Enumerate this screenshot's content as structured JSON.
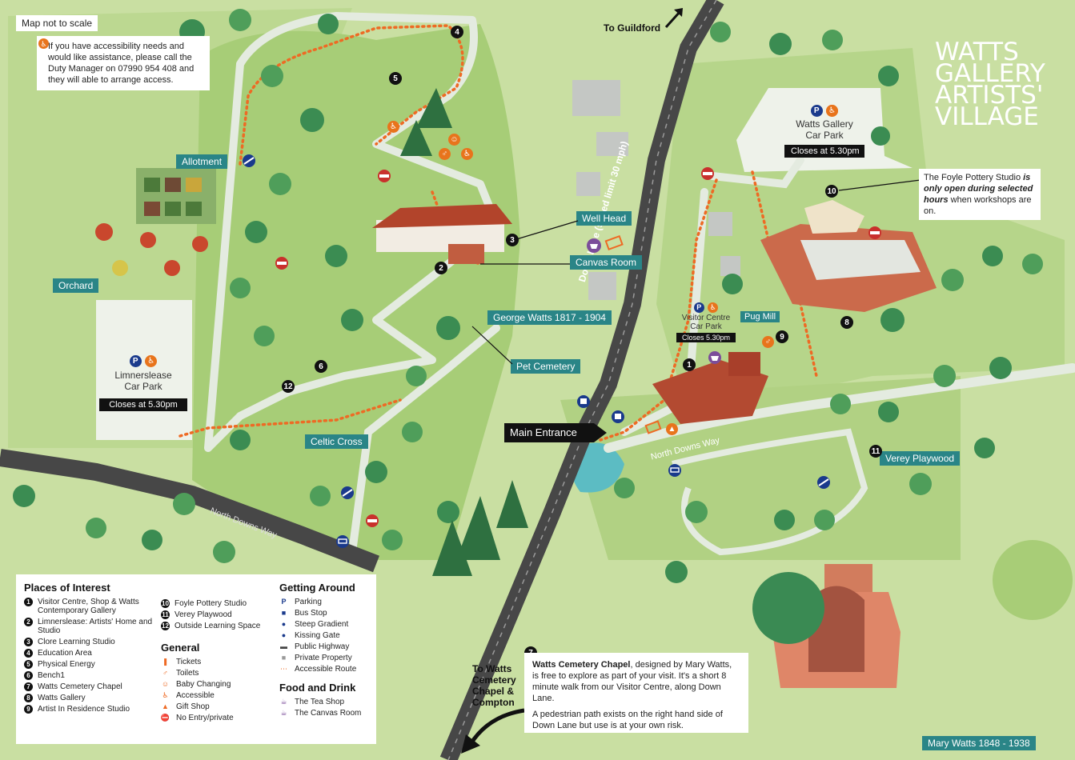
{
  "map": {
    "scale_note": "Map not to scale",
    "accessibility_note": "If you have accessibility needs and would like assistance, please call the Duty Manager on 07990 954 408 and they will able to arrange access.",
    "logo_lines": [
      "WATTS",
      "GALLERY",
      "ARTISTS'",
      "VILLAGE"
    ],
    "to_guildford": "To Guildford",
    "road_label": "Down Lane (speed limit 30 mph)",
    "north_downs_way": "North Downs Way",
    "main_entrance": "Main Entrance",
    "to_chapel": [
      "To Watts",
      "Cemetery",
      "Chapel &",
      "Compton"
    ],
    "foyle_note": {
      "text1": "The Foyle Pottery Studio",
      "text2": "is only open during selected hours",
      "text3": "when workshops are on."
    },
    "chapel_note": {
      "title": "Watts Cemetery Chapel",
      "text1": ", designed by Mary Watts, is free to explore as part of your visit. It's a short 8 minute walk from our Visitor Centre, along Down Lane.",
      "text2": "A pedestrian path exists on the right hand side of Down Lane but use is at your own risk."
    },
    "labels": {
      "allotment": "Allotment",
      "orchard": "Orchard",
      "well_head": "Well Head",
      "canvas_room": "Canvas Room",
      "george_watts": "George Watts 1817 - 1904",
      "pet_cemetery": "Pet Cemetery",
      "celtic_cross": "Celtic Cross",
      "pug_mill": "Pug Mill",
      "verey_playwood": "Verey Playwood",
      "mary_watts": "Mary Watts 1848 - 1938"
    },
    "car_parks": {
      "limnerslease": {
        "name_line1": "Limnerslease",
        "name_line2": "Car Park",
        "closes": "Closes at 5.30pm"
      },
      "watts_gallery": {
        "name_line1": "Watts Gallery",
        "name_line2": "Car Park",
        "closes": "Closes at 5.30pm"
      },
      "visitor_centre": {
        "name_line1": "Visitor Centre",
        "name_line2": "Car Park",
        "closes": "Closes 5.30pm"
      }
    },
    "markers": [
      "1",
      "2",
      "3",
      "4",
      "5",
      "6",
      "7",
      "8",
      "9",
      "10",
      "11",
      "12"
    ],
    "colors": {
      "grass": "#c9dfa2",
      "lawn": "#a8cd7a",
      "teal_label": "#2a8587",
      "road": "#3e3e3e",
      "path": "#e4ebe0",
      "accessible_route": "#ee6a24"
    }
  },
  "legend": {
    "places_title": "Places of Interest",
    "places": [
      {
        "num": "1",
        "label": "Visitor Centre, Shop & Watts Contemporary Gallery"
      },
      {
        "num": "2",
        "label": "Limnerslease: Artists' Home and Studio"
      },
      {
        "num": "3",
        "label": "Clore Learning Studio"
      },
      {
        "num": "4",
        "label": "Education Area"
      },
      {
        "num": "5",
        "label": "Physical Energy"
      },
      {
        "num": "6",
        "label": "Bench1"
      },
      {
        "num": "7",
        "label": "Watts Cemetery Chapel"
      },
      {
        "num": "8",
        "label": "Watts Gallery"
      },
      {
        "num": "9",
        "label": "Artist In Residence Studio"
      }
    ],
    "places2": [
      {
        "num": "10",
        "label": "Foyle Pottery Studio"
      },
      {
        "num": "11",
        "label": "Verey Playwood"
      },
      {
        "num": "12",
        "label": "Outside Learning Space"
      }
    ],
    "general_title": "General",
    "general": [
      {
        "icon": "ticket-icon",
        "label": "Tickets"
      },
      {
        "icon": "toilets-icon",
        "label": "Toilets"
      },
      {
        "icon": "baby-changing-icon",
        "label": "Baby Changing"
      },
      {
        "icon": "accessible-icon",
        "label": "Accessible"
      },
      {
        "icon": "gift-shop-icon",
        "label": "Gift Shop"
      },
      {
        "icon": "no-entry-icon",
        "label": "No Entry/private"
      }
    ],
    "getting_title": "Getting Around",
    "getting": [
      {
        "icon": "parking-icon",
        "label": "Parking"
      },
      {
        "icon": "bus-stop-icon",
        "label": "Bus Stop"
      },
      {
        "icon": "steep-gradient-icon",
        "label": "Steep Gradient"
      },
      {
        "icon": "kissing-gate-icon",
        "label": "Kissing Gate"
      },
      {
        "icon": "public-highway-icon",
        "label": "Public Highway"
      },
      {
        "icon": "private-property-icon",
        "label": "Private Property"
      },
      {
        "icon": "accessible-route-icon",
        "label": "Accessible Route"
      }
    ],
    "food_title": "Food and Drink",
    "food": [
      {
        "icon": "cafe-icon",
        "label": "The Tea Shop"
      },
      {
        "icon": "cafe-icon",
        "label": "The Canvas Room"
      }
    ]
  }
}
